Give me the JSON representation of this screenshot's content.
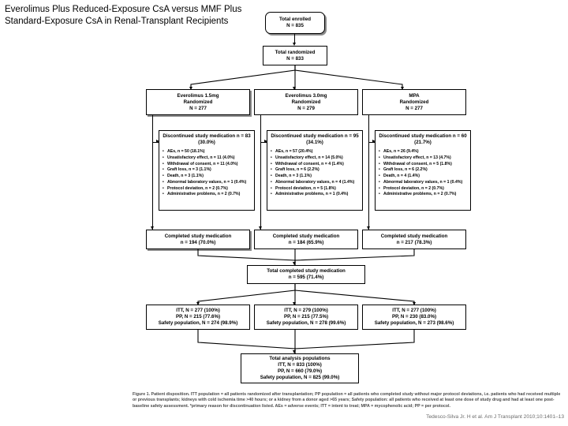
{
  "slide": {
    "title_line1": "Everolimus Plus Reduced-Exposure CsA versus MMF Plus",
    "title_line2": "Standard-Exposure CsA in Renal-Transplant Recipients"
  },
  "flow": {
    "enrolled": {
      "label": "Total enrolled",
      "n": "N = 835"
    },
    "randomized": {
      "label": "Total randomized",
      "n": "N = 833"
    },
    "arms": [
      {
        "name": "arm-everolimus-1-5",
        "line1": "Everolimus 1.5mg",
        "line2": "Randomized",
        "n": "N = 277"
      },
      {
        "name": "arm-everolimus-3-0",
        "line1": "Everolimus 3.0mg",
        "line2": "Randomized",
        "n": "N = 279"
      },
      {
        "name": "arm-mpa",
        "line1": "MPA",
        "line2": "Randomized",
        "n": "N = 277"
      }
    ],
    "discontinued": [
      {
        "name": "discontinued-everolimus-1-5",
        "header_line1": "Discontinued study",
        "header_line2": "medication",
        "header_line3": "n = 83 (30.0%)",
        "reasons": [
          "AEs, n = 50 (18.1%)",
          "Unsatisfactory effect, n = 11 (4.0%)",
          "Withdrawal of consent, n = 11 (4.0%)",
          "Graft loss, n = 3 (1.1%)",
          "Death, n = 3 (1.1%)",
          "Abnormal laboratory values, n = 1 (0.4%)",
          "Protocol deviation, n = 2 (0.7%)",
          "Administrative problems, n = 2 (0.7%)"
        ]
      },
      {
        "name": "discontinued-everolimus-3-0",
        "header_line1": "Discontinued study",
        "header_line2": "medication",
        "header_line3": "n = 95 (34.1%)",
        "reasons": [
          "AEs, n = 57 (20.4%)",
          "Unsatisfactory effect, n = 14 (5.0%)",
          "Withdrawal of consent, n = 4 (1.4%)",
          "Graft loss, n = 6 (2.2%)",
          "Death, n = 3 (1.1%)",
          "Abnormal laboratory values, n = 4 (1.4%)",
          "Protocol deviation, n = 5 (1.8%)",
          "Administrative problems, n = 1 (0.4%)"
        ]
      },
      {
        "name": "discontinued-mpa",
        "header_line1": "Discontinued study",
        "header_line2": "medication",
        "header_line3": "n = 60 (21.7%)",
        "reasons": [
          "AEs, n = 26 (9.4%)",
          "Unsatisfactory effect, n = 13 (4.7%)",
          "Withdrawal of consent, n = 5 (1.8%)",
          "Graft loss, n = 6 (2.2%)",
          "Death, n = 4 (1.4%)",
          "Abnormal laboratory values, n = 1 (0.4%)",
          "Protocol deviation, n = 2 (0.7%)",
          "Administrative problems, n = 2 (0.7%)"
        ]
      }
    ],
    "completed": [
      {
        "name": "completed-everolimus-1-5",
        "label": "Completed study medication",
        "n": "n = 194 (70.0%)"
      },
      {
        "name": "completed-everolimus-3-0",
        "label": "Completed study medication",
        "n": "n = 184 (65.9%)"
      },
      {
        "name": "completed-mpa",
        "label": "Completed study medication",
        "n": "n = 217 (78.3%)"
      }
    ],
    "total_completed": {
      "label": "Total completed study medication",
      "n": "n = 595 (71.4%)"
    },
    "populations": [
      {
        "name": "population-everolimus-1-5",
        "itt": "ITT, N = 277 (100%)",
        "pp": "PP, N = 215 (77.6%)",
        "safety": "Safety population, N = 274 (98.9%)"
      },
      {
        "name": "population-everolimus-3-0",
        "itt": "ITT, N = 279 (100%)",
        "pp": "PP, N = 215 (77.5%)",
        "safety": "Safety population, N = 278 (99.6%)"
      },
      {
        "name": "population-mpa",
        "itt": "ITT, N = 277 (100%)",
        "pp": "PP, N = 230 (83.0%)",
        "safety": "Safety population, N = 273 (98.6%)"
      }
    ],
    "total_populations": {
      "label": "Total analysis populations",
      "itt": "ITT, N = 833 (100%)",
      "pp": "PP, N = 660 (79.0%)",
      "safety": "Safety population, N = 825 (99.0%)"
    }
  },
  "caption": {
    "text": "Figure 1. Patient disposition. ITT population = all patients randomized after transplantation; PP population = all patients who completed study without major protocol deviations, i.e. patients who had received multiple or previous transplants; kidneys with cold ischemia time >40 hours; or a kidney from a donor aged >65 years; Safety population: all patients who received at least one dose of study drug and had at least one post-baseline safety assessment. *primary reason for discontinuation listed. AEs = adverse events; ITT = intent to treat; MPA = mycophenolic acid; PP = per protocol."
  },
  "citation": {
    "text": "Tedesco-Silva Jr. H et al. Am J Transplant 2010;10:1401–13"
  }
}
